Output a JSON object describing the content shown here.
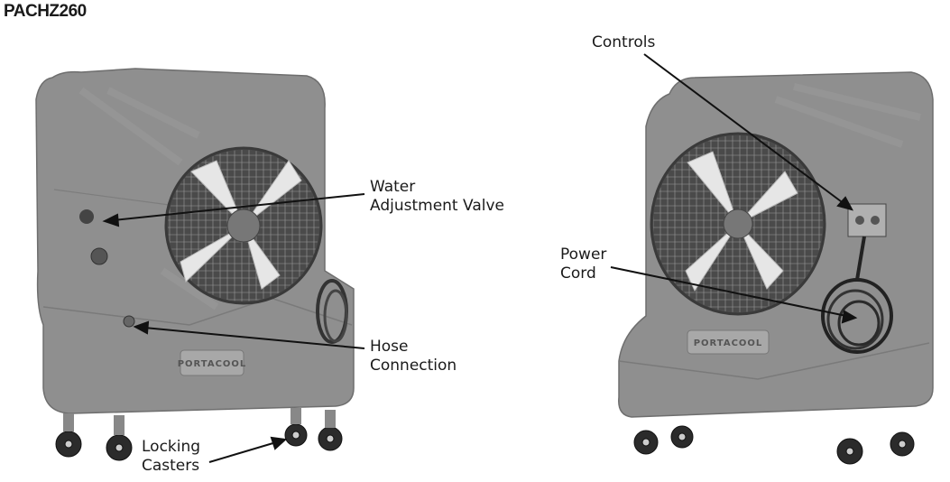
{
  "model_title": "PACHZ260",
  "brand_plate": "PORTACOOL",
  "labels": {
    "water_valve": [
      "Water",
      "Adjustment Valve"
    ],
    "hose": [
      "Hose",
      "Connection"
    ],
    "casters": [
      "Locking",
      "Casters"
    ],
    "controls": [
      "Controls"
    ],
    "power_cord": [
      "Power",
      "Cord"
    ]
  },
  "colors": {
    "housing": "#8f8f8f",
    "housing_dark": "#6e6e6e",
    "text": "#1a1a1a"
  }
}
